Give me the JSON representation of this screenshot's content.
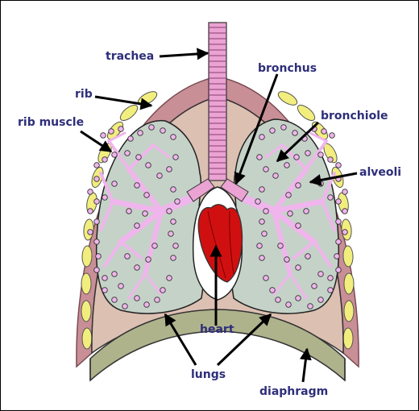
{
  "labels": {
    "trachea": "trachea",
    "rib": "rib",
    "rib_muscle": "rib muscle",
    "bronchus": "bronchus",
    "bronchiole": "bronchiole",
    "alveoli": "alveoli",
    "heart": "heart",
    "lungs": "lungs",
    "diaphragm": "diaphragm"
  },
  "colors": {
    "label_text": "#2e2e7a",
    "rib": "#f2ee7e",
    "rib_muscle": "#c98f96",
    "chest_tissue": "#dcc0b2",
    "lung": "#c5d2c8",
    "airways": "#f0b5ec",
    "trachea": "#eaa3d2",
    "heart": "#d01010",
    "diaphragm": "#afb38c"
  }
}
